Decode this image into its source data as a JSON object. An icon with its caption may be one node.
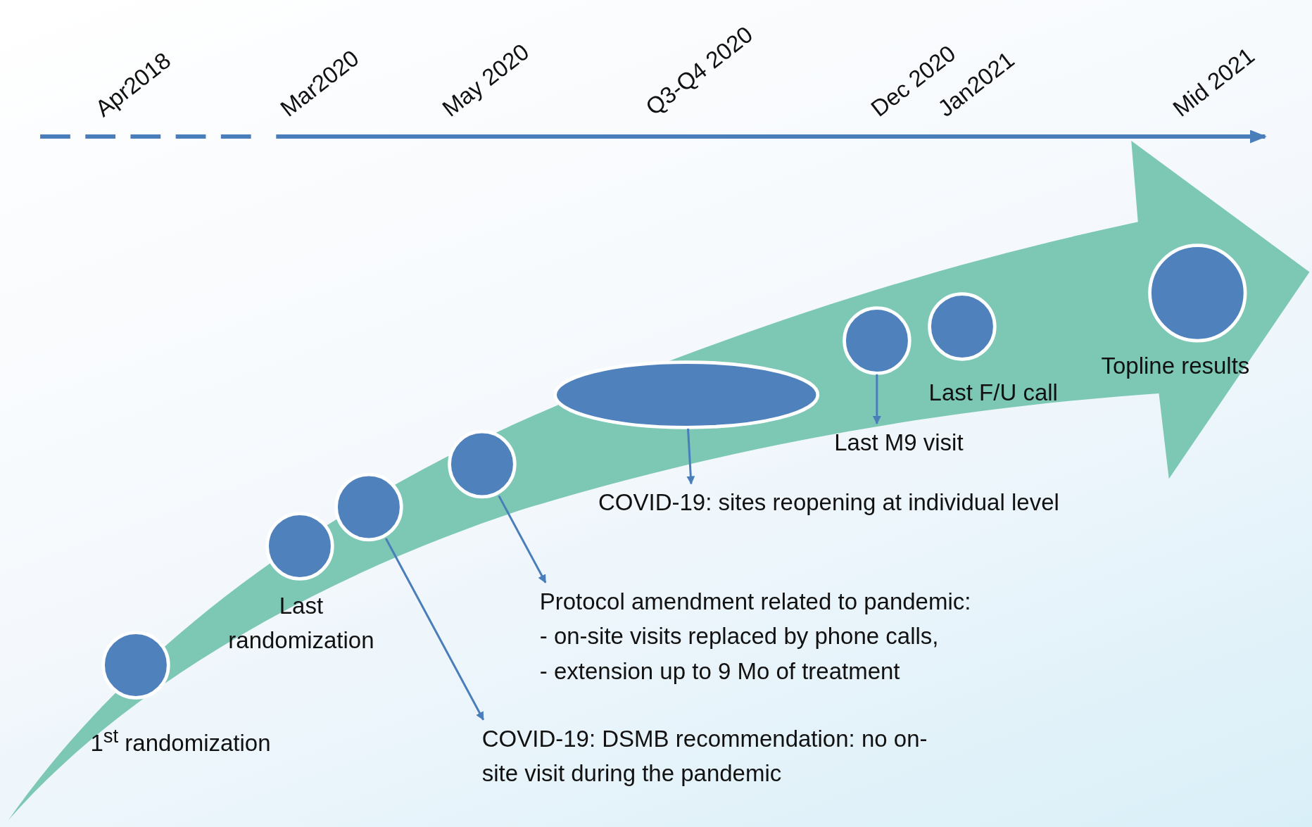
{
  "diagram": {
    "nodes": [
      {
        "text": [],
        "shape": "circle",
        "beside": [
          "1$^{st}$ randomization"
        ]
      },
      {
        "text": [],
        "shape": "circle",
        "beside": [
          "Last randomization"
        ]
      },
      {
        "text": [],
        "shape": "circle"
      },
      {
        "text": [],
        "shape": "circle"
      },
      {
        "text": [],
        "shape": "ellipse"
      },
      {
        "text": [],
        "shape": "circle"
      },
      {
        "text": [],
        "shape": "circle",
        "beside": [
          "Last F/U call"
        ]
      },
      {
        "text": [],
        "shape": "circle",
        "beside": [
          "Topline results"
        ]
      },
      {
        "text": [
          "COVID-19: DSMB recommendation: no on-site visit during the pandemic"
        ]
      },
      {
        "text": [
          "Protocol amendment related to pandemic:",
          "- on-site visits replaced by phone calls,",
          "- extension up to 9 Mo of treatment"
        ]
      },
      {
        "text": [
          "COVID-19: sites reopening at individual level"
        ]
      },
      {
        "text": [
          "Last M9 visit"
        ]
      }
    ],
    "edges": [
      {
        "from": 2,
        "to": 8,
        "arrow": "to"
      },
      {
        "from": 3,
        "to": 9,
        "arrow": "to"
      },
      {
        "from": 4,
        "to": 10,
        "arrow": "to"
      },
      {
        "from": 5,
        "to": 11,
        "arrow": "to"
      }
    ],
    "labels": [
      "Apr2018",
      "Mar2020",
      "May 2020",
      "Q3-Q4 2020",
      "Dec 2020",
      "Jan2021",
      "Mid 2021"
    ]
  }
}
